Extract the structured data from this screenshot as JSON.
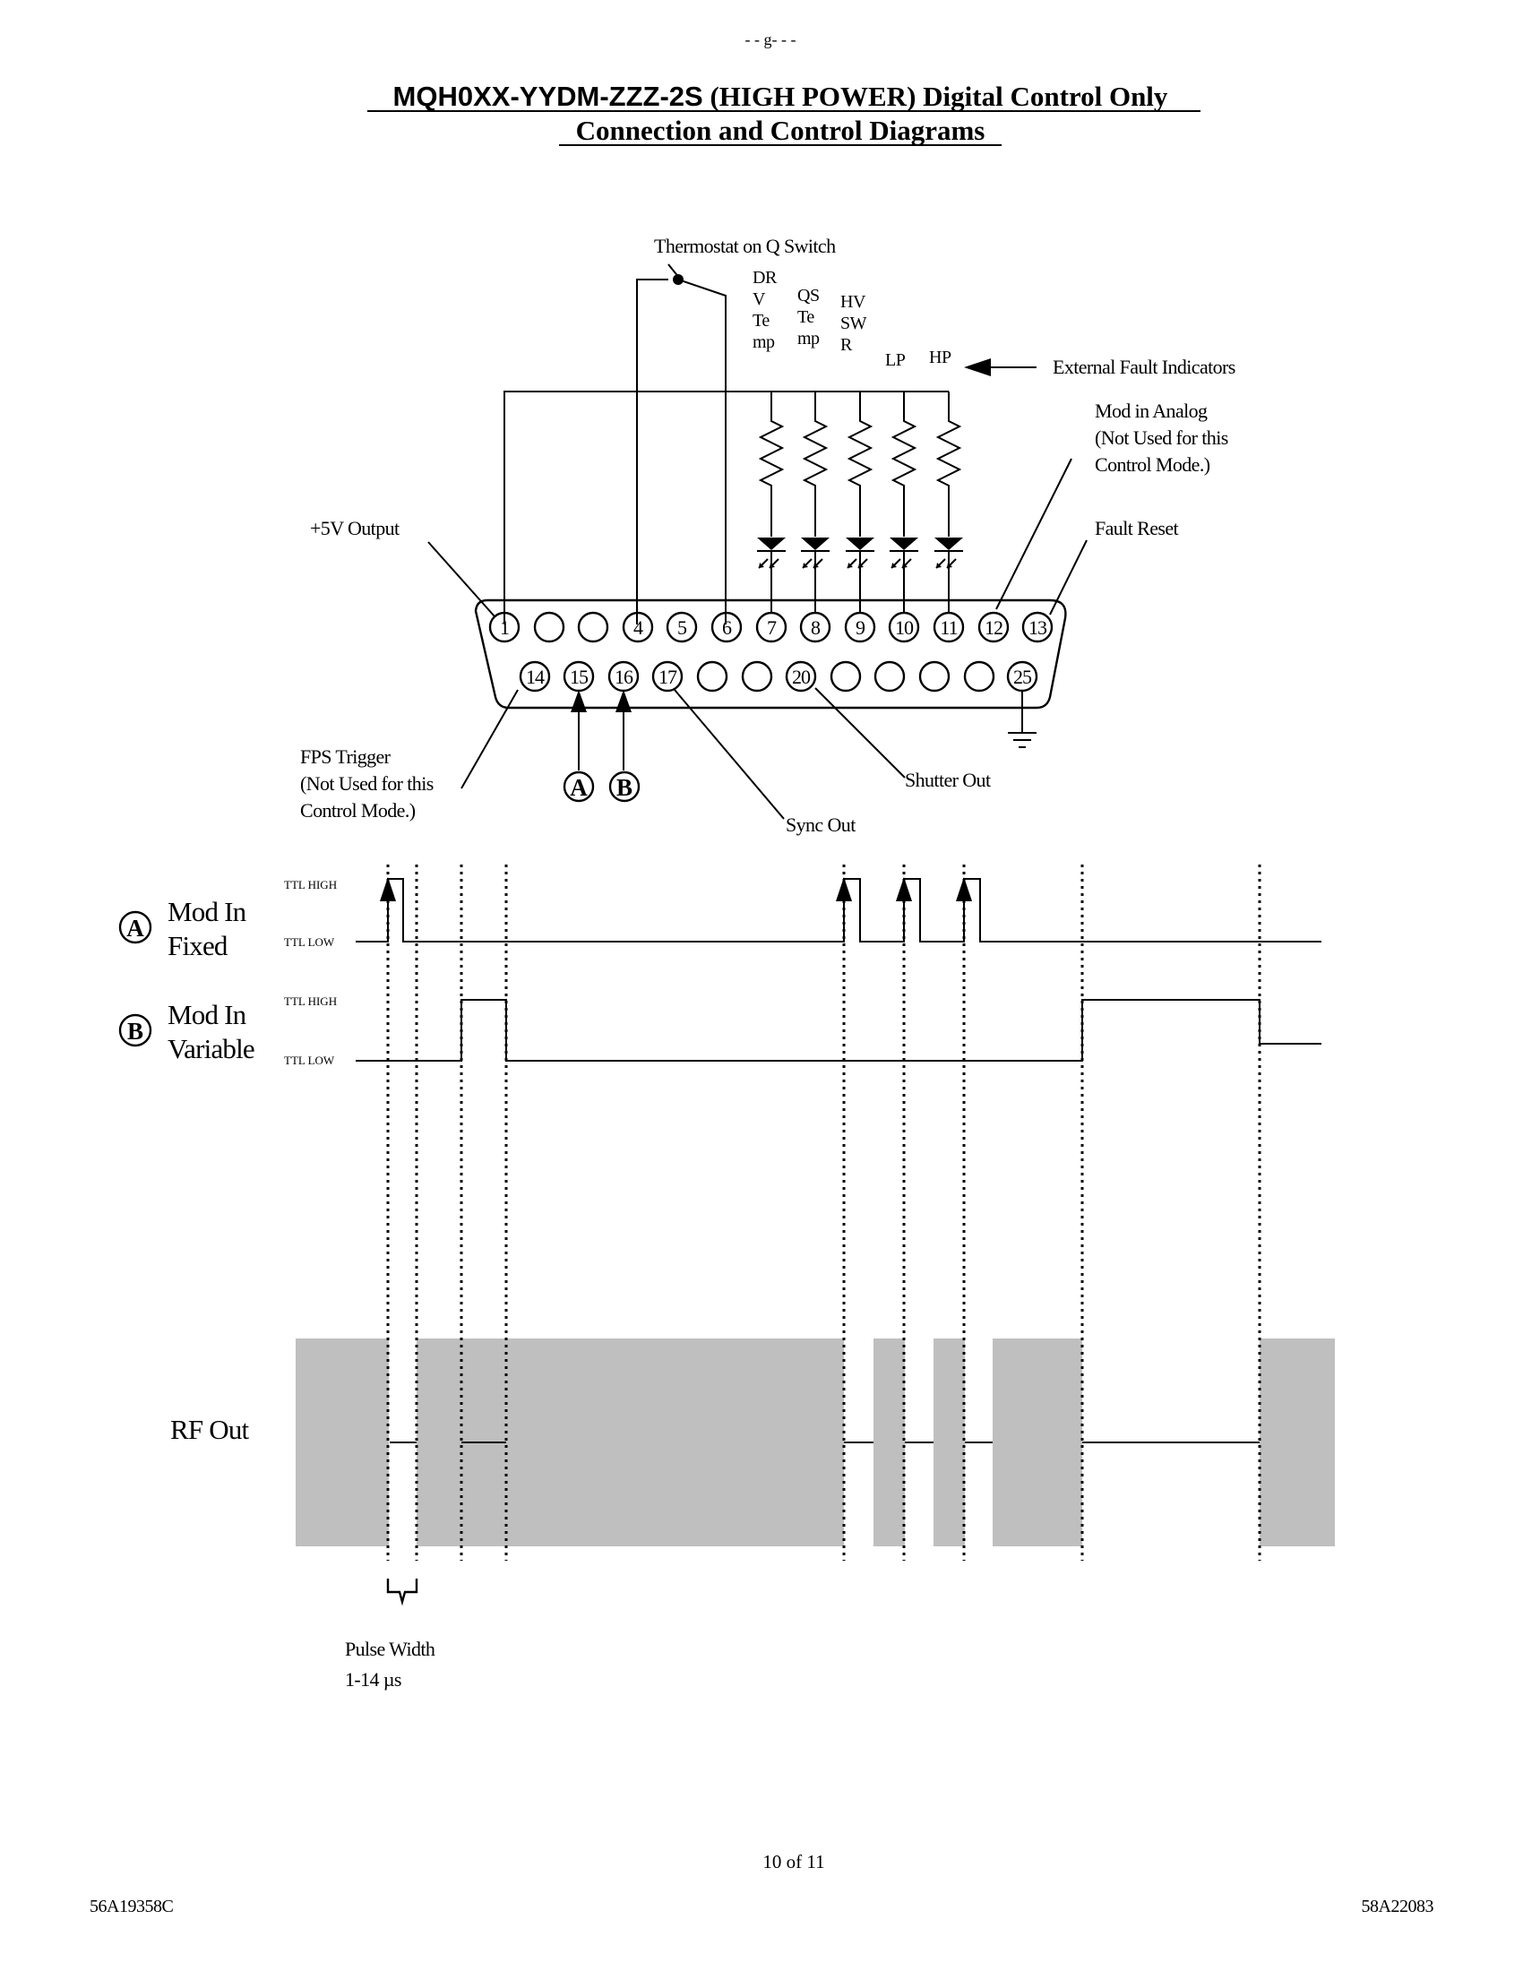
{
  "page_top_fragment": "- - g- - -",
  "title": {
    "line1_bold_sans": "MQH0XX-YYDM-ZZZ-2S",
    "line1_rest": " (HIGH POWER) Digital Control Only",
    "line2": "Connection and Control Diagrams"
  },
  "labels": {
    "thermostat": "Thermostat   on Q Switch",
    "drv_temp": [
      "DR",
      "V",
      "Te",
      "mp"
    ],
    "qs_temp": [
      "QS",
      "Te",
      "mp"
    ],
    "hv_swr": [
      "HV",
      "SW",
      "R"
    ],
    "lp": "LP",
    "hp": "HP",
    "external_fault": "External Fault Indicators",
    "mod_analog": [
      "Mod in Analog",
      "(Not Used for this",
      "Control Mode.)"
    ],
    "fault_reset": "Fault Reset",
    "plus5v": "+5V Output",
    "fps_trigger": [
      "FPS Trigger",
      "(Not Used for this",
      "Control Mode.)"
    ],
    "shutter_out": "Shutter Out",
    "sync_out": "Sync Out"
  },
  "connector": {
    "top_row": [
      "1",
      "",
      "",
      "4",
      "5",
      "6",
      "7",
      "8",
      "9",
      "10",
      "11",
      "12",
      "13"
    ],
    "bottom_row": [
      "14",
      "15",
      "16",
      "17",
      "",
      "",
      "20",
      "",
      "",
      "",
      "",
      "25"
    ]
  },
  "input_markers": {
    "a": "A",
    "b": "B"
  },
  "timing": {
    "mod_fixed": {
      "marker": "A",
      "line1": "Mod In",
      "line2": "Fixed"
    },
    "mod_variable": {
      "marker": "B",
      "line1": "Mod In",
      "line2": "Variable"
    },
    "ttl_high": "TTL HIGH",
    "ttl_low": "TTL LOW",
    "rf_out": "RF Out",
    "pulse_width": [
      "Pulse Width",
      "1-14 µs"
    ]
  },
  "footer": {
    "page": "10 of 11",
    "left_code": "56A19358C",
    "right_code": "58A22083"
  }
}
